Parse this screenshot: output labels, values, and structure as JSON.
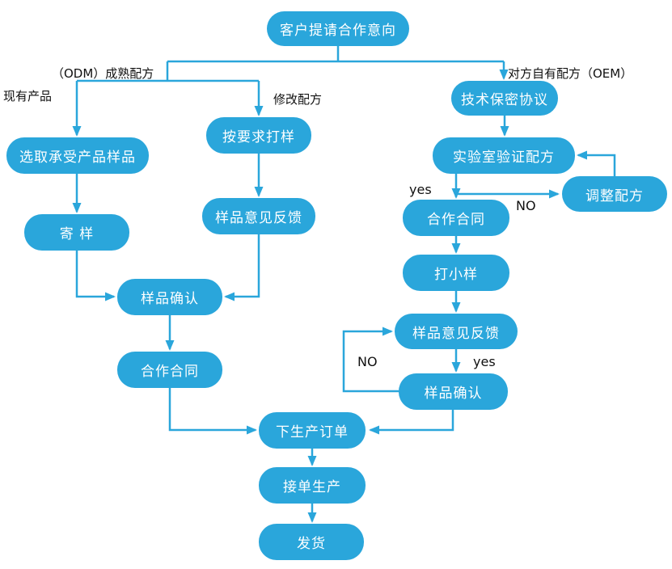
{
  "colors": {
    "node_fill": "#2AA6DB",
    "node_text": "#FFFFFF",
    "arrow": "#2AA6DB",
    "label_text": "#111111"
  },
  "nodes": {
    "customer_intent": {
      "label": "客户提请合作意向"
    },
    "select_sample": {
      "label": "选取承受产品样品"
    },
    "send_sample": {
      "label": "寄 样"
    },
    "sample_request": {
      "label": "按要求打样"
    },
    "feedback_left": {
      "label": "样品意见反馈"
    },
    "confirm_left": {
      "label": "样品确认"
    },
    "contract_left": {
      "label": "合作合同"
    },
    "nda": {
      "label": "技术保密协议"
    },
    "lab_verify": {
      "label": "实验室验证配方"
    },
    "adjust_formula": {
      "label": "调整配方"
    },
    "contract_right": {
      "label": "合作合同"
    },
    "small_sample": {
      "label": "打小样"
    },
    "feedback_right": {
      "label": "样品意见反馈"
    },
    "confirm_right": {
      "label": "样品确认"
    },
    "production_order": {
      "label": "下生产订单"
    },
    "accept_production": {
      "label": "接单生产"
    },
    "ship": {
      "label": "发货"
    }
  },
  "edge_labels": {
    "odm": "（ODM）成熟配方",
    "oem": "对方自有配方（OEM）",
    "existing_product": "现有产品",
    "modify_formula": "修改配方",
    "yes_top": "yes",
    "no_top": "NO",
    "no_bottom": "NO",
    "yes_bottom": "yes"
  }
}
